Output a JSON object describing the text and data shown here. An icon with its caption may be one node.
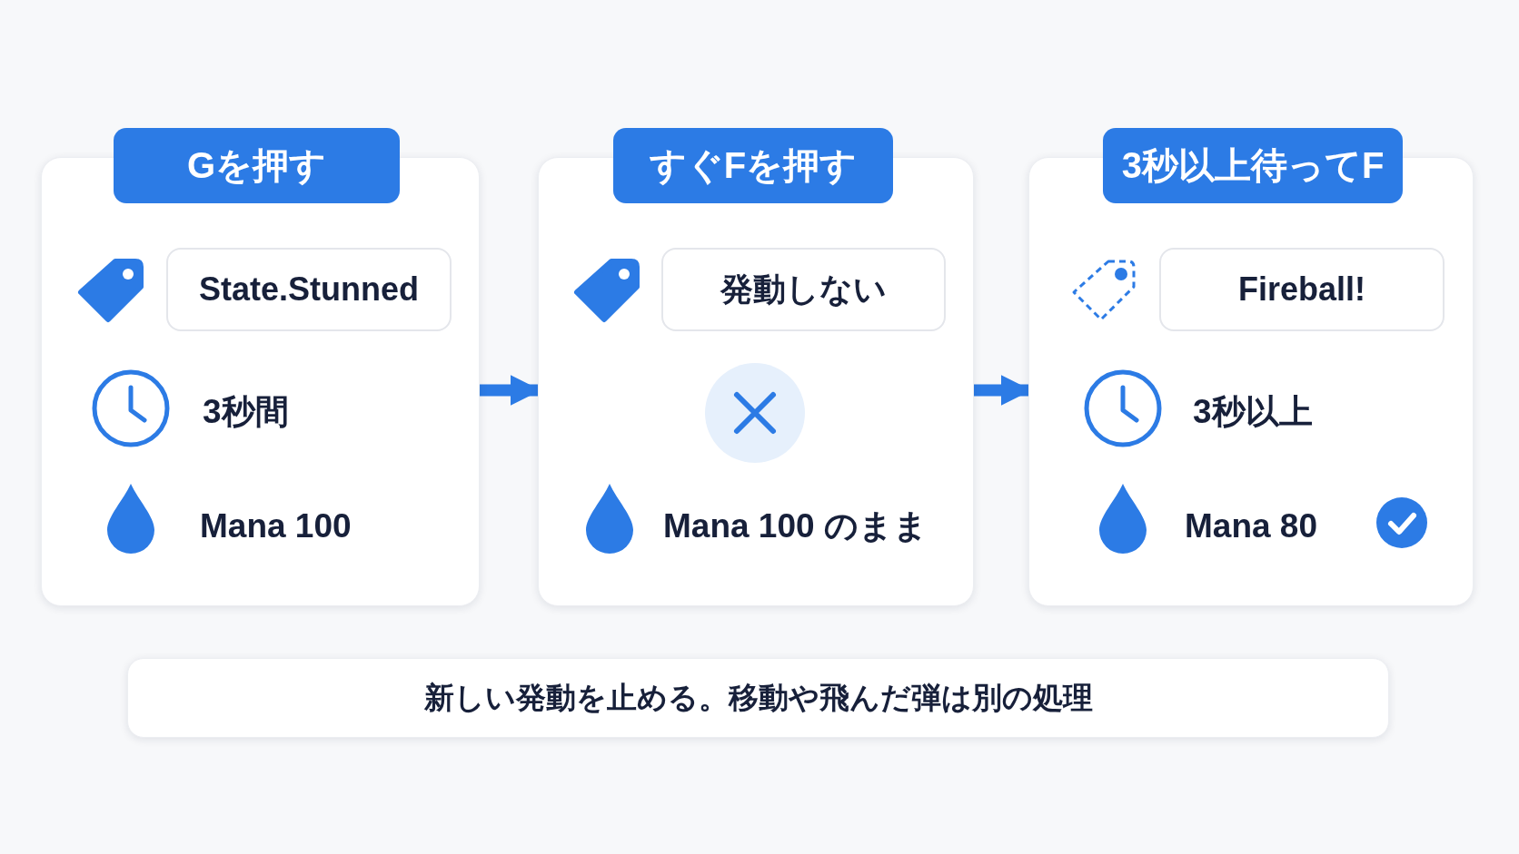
{
  "diagram": {
    "nodes": [
      {
        "text": [
          "Gを押す",
          "3秒間",
          "Mana 100"
        ]
      },
      {
        "text": [
          "State.Stunned"
        ],
        "in": 0
      },
      {
        "text": [
          "すぐFを押す",
          "Mana 100 のまま"
        ]
      },
      {
        "text": [
          "発動しない"
        ],
        "in": 2
      },
      {
        "text": [
          "3秒以上待ってF",
          "3秒以上",
          "Mana 80"
        ]
      },
      {
        "text": [
          "Fireball!"
        ],
        "in": 4
      },
      {
        "text": [
          "新しい発動を止める。移動や飛んだ弾は別の処理"
        ]
      }
    ],
    "edges": [
      {
        "from": 0,
        "to": 2,
        "arrow": "to"
      },
      {
        "from": 2,
        "to": 4,
        "arrow": "to"
      }
    ]
  }
}
